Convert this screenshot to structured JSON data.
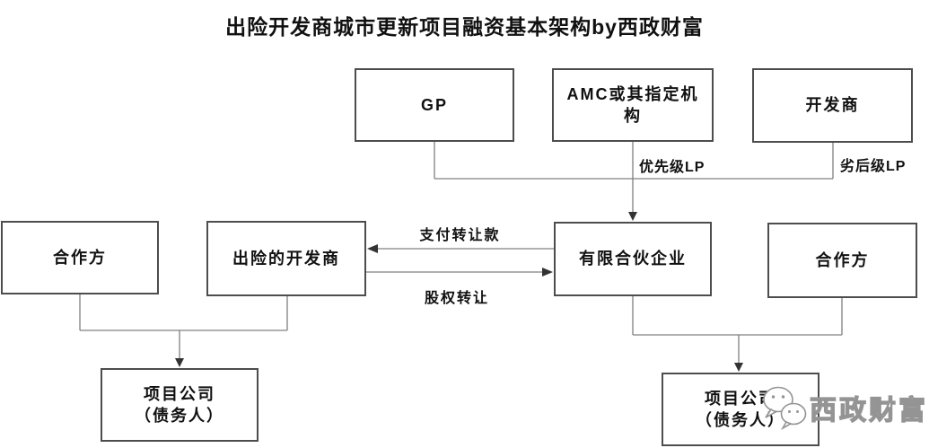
{
  "title": "出险开发商城市更新项目融资基本架构by西政财富",
  "nodes": {
    "gp": "GP",
    "amc": "AMC或其指定机构",
    "developer": "开发商",
    "partner_left": "合作方",
    "distressed_developer": "出险的开发商",
    "limited_partnership": "有限合伙企业",
    "partner_right": "合作方",
    "project_company_left_line1": "项目公司",
    "project_company_left_line2": "（债务人）",
    "project_company_right_line1": "项目公司",
    "project_company_right_line2": "（债务人）"
  },
  "edge_labels": {
    "senior_lp": "优先级LP",
    "junior_lp": "劣后级LP",
    "pay_transfer": "支付转让款",
    "equity_transfer": "股权转让"
  },
  "watermark": {
    "brand": "西政财富",
    "logo": "wechat-chat-bubbles-icon"
  },
  "colors": {
    "background": "#ffffff",
    "box_border": "#4d4d4d",
    "connector": "#808080",
    "arrowhead": "#333333",
    "text": "#111111",
    "watermark": "#949494"
  }
}
